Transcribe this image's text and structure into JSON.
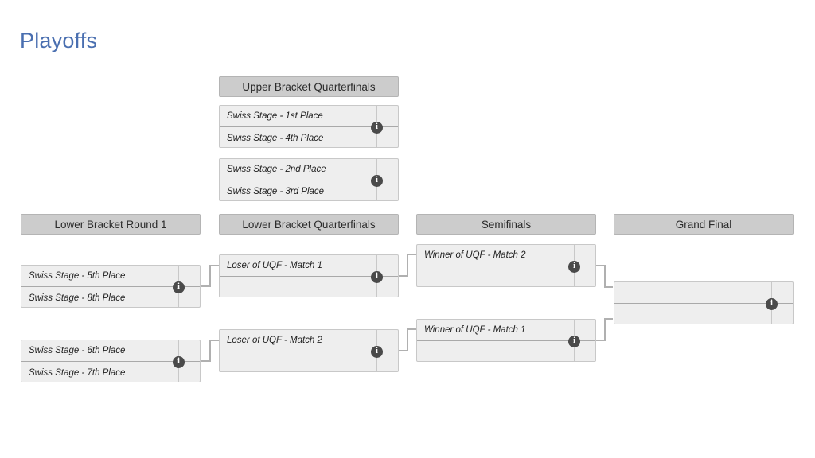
{
  "page": {
    "title": "Playoffs",
    "title_color": "#4a6fb0",
    "background": "#ffffff"
  },
  "theme": {
    "header_bar_fill": "#cccccc",
    "header_bar_border": "#b4b4b4",
    "match_fill": "#eeeeee",
    "match_border": "#c8c8c8",
    "divider": "#a9a9a9",
    "connector": "#b0b0b0",
    "info_badge_fill": "#4a4a4a",
    "info_badge_glyph": "i"
  },
  "rounds": [
    {
      "id": "upper-bracket-quarterfinals",
      "header": "Upper Bracket Quarterfinals",
      "matches": [
        {
          "id": "uqf-match-1",
          "slots": [
            {
              "label": "Swiss Stage - 1st Place",
              "score": ""
            },
            {
              "label": "Swiss Stage - 4th Place",
              "score": ""
            }
          ],
          "info": "i"
        },
        {
          "id": "uqf-match-2",
          "slots": [
            {
              "label": "Swiss Stage - 2nd Place",
              "score": ""
            },
            {
              "label": "Swiss Stage - 3rd Place",
              "score": ""
            }
          ],
          "info": "i"
        }
      ]
    },
    {
      "id": "lower-bracket-round-1",
      "header": "Lower Bracket Round 1",
      "matches": [
        {
          "id": "lbr1-match-1",
          "slots": [
            {
              "label": "Swiss Stage - 5th Place",
              "score": ""
            },
            {
              "label": "Swiss Stage - 8th Place",
              "score": ""
            }
          ],
          "info": "i"
        },
        {
          "id": "lbr1-match-2",
          "slots": [
            {
              "label": "Swiss Stage - 6th Place",
              "score": ""
            },
            {
              "label": "Swiss Stage - 7th Place",
              "score": ""
            }
          ],
          "info": "i"
        }
      ]
    },
    {
      "id": "lower-bracket-quarterfinals",
      "header": "Lower Bracket Quarterfinals",
      "matches": [
        {
          "id": "lbqf-match-1",
          "slots": [
            {
              "label": "Loser of UQF - Match 1",
              "score": ""
            },
            {
              "label": "",
              "score": ""
            }
          ],
          "info": "i"
        },
        {
          "id": "lbqf-match-2",
          "slots": [
            {
              "label": "Loser of UQF - Match 2",
              "score": ""
            },
            {
              "label": "",
              "score": ""
            }
          ],
          "info": "i"
        }
      ]
    },
    {
      "id": "semifinals",
      "header": "Semifinals",
      "matches": [
        {
          "id": "sf-match-1",
          "slots": [
            {
              "label": "Winner of UQF - Match 2",
              "score": ""
            },
            {
              "label": "",
              "score": ""
            }
          ],
          "info": "i"
        },
        {
          "id": "sf-match-2",
          "slots": [
            {
              "label": "Winner of UQF - Match 1",
              "score": ""
            },
            {
              "label": "",
              "score": ""
            }
          ],
          "info": "i"
        }
      ]
    },
    {
      "id": "grand-final",
      "header": "Grand Final",
      "matches": [
        {
          "id": "gf-match-1",
          "slots": [
            {
              "label": "",
              "score": ""
            },
            {
              "label": "",
              "score": ""
            }
          ],
          "info": "i"
        }
      ]
    }
  ]
}
